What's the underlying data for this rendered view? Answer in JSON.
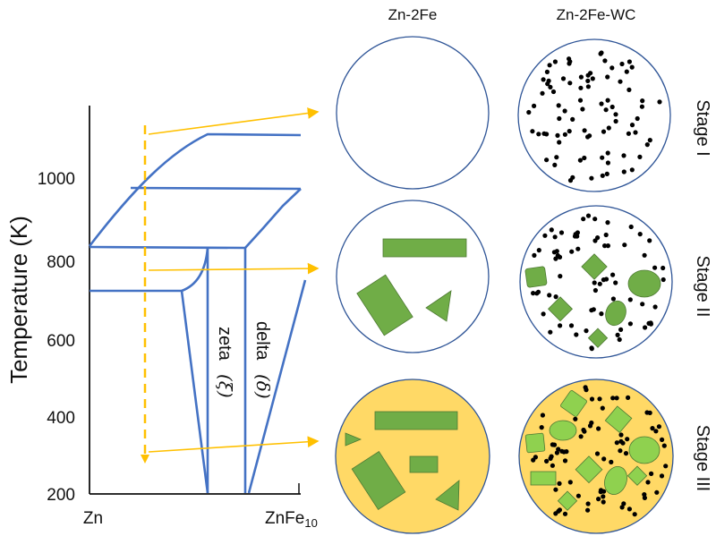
{
  "axes": {
    "ylabel": "Temperature (K)",
    "yticks": [
      "200",
      "400",
      "600",
      "800",
      "1000"
    ],
    "xtick_left": "Zn",
    "xtick_right_base": "ZnFe",
    "xtick_right_sub": "10"
  },
  "phases": {
    "zeta_word": "zeta",
    "zeta_symbol": "(ξ)",
    "delta_word": "delta",
    "delta_symbol": "(δ)"
  },
  "columns": {
    "left": "Zn-2Fe",
    "right": "Zn-2Fe-WC"
  },
  "stages": [
    "Stage I",
    "Stage II",
    "Stage III"
  ],
  "colors": {
    "phase_line": "#4472c4",
    "arrow": "#ffc000",
    "melt_fill": "#ffd966",
    "particle_green": "#70ad47",
    "particle_green_light": "#8fd14f",
    "circle_outline": "#2f5597",
    "wc_dot": "#000000"
  }
}
